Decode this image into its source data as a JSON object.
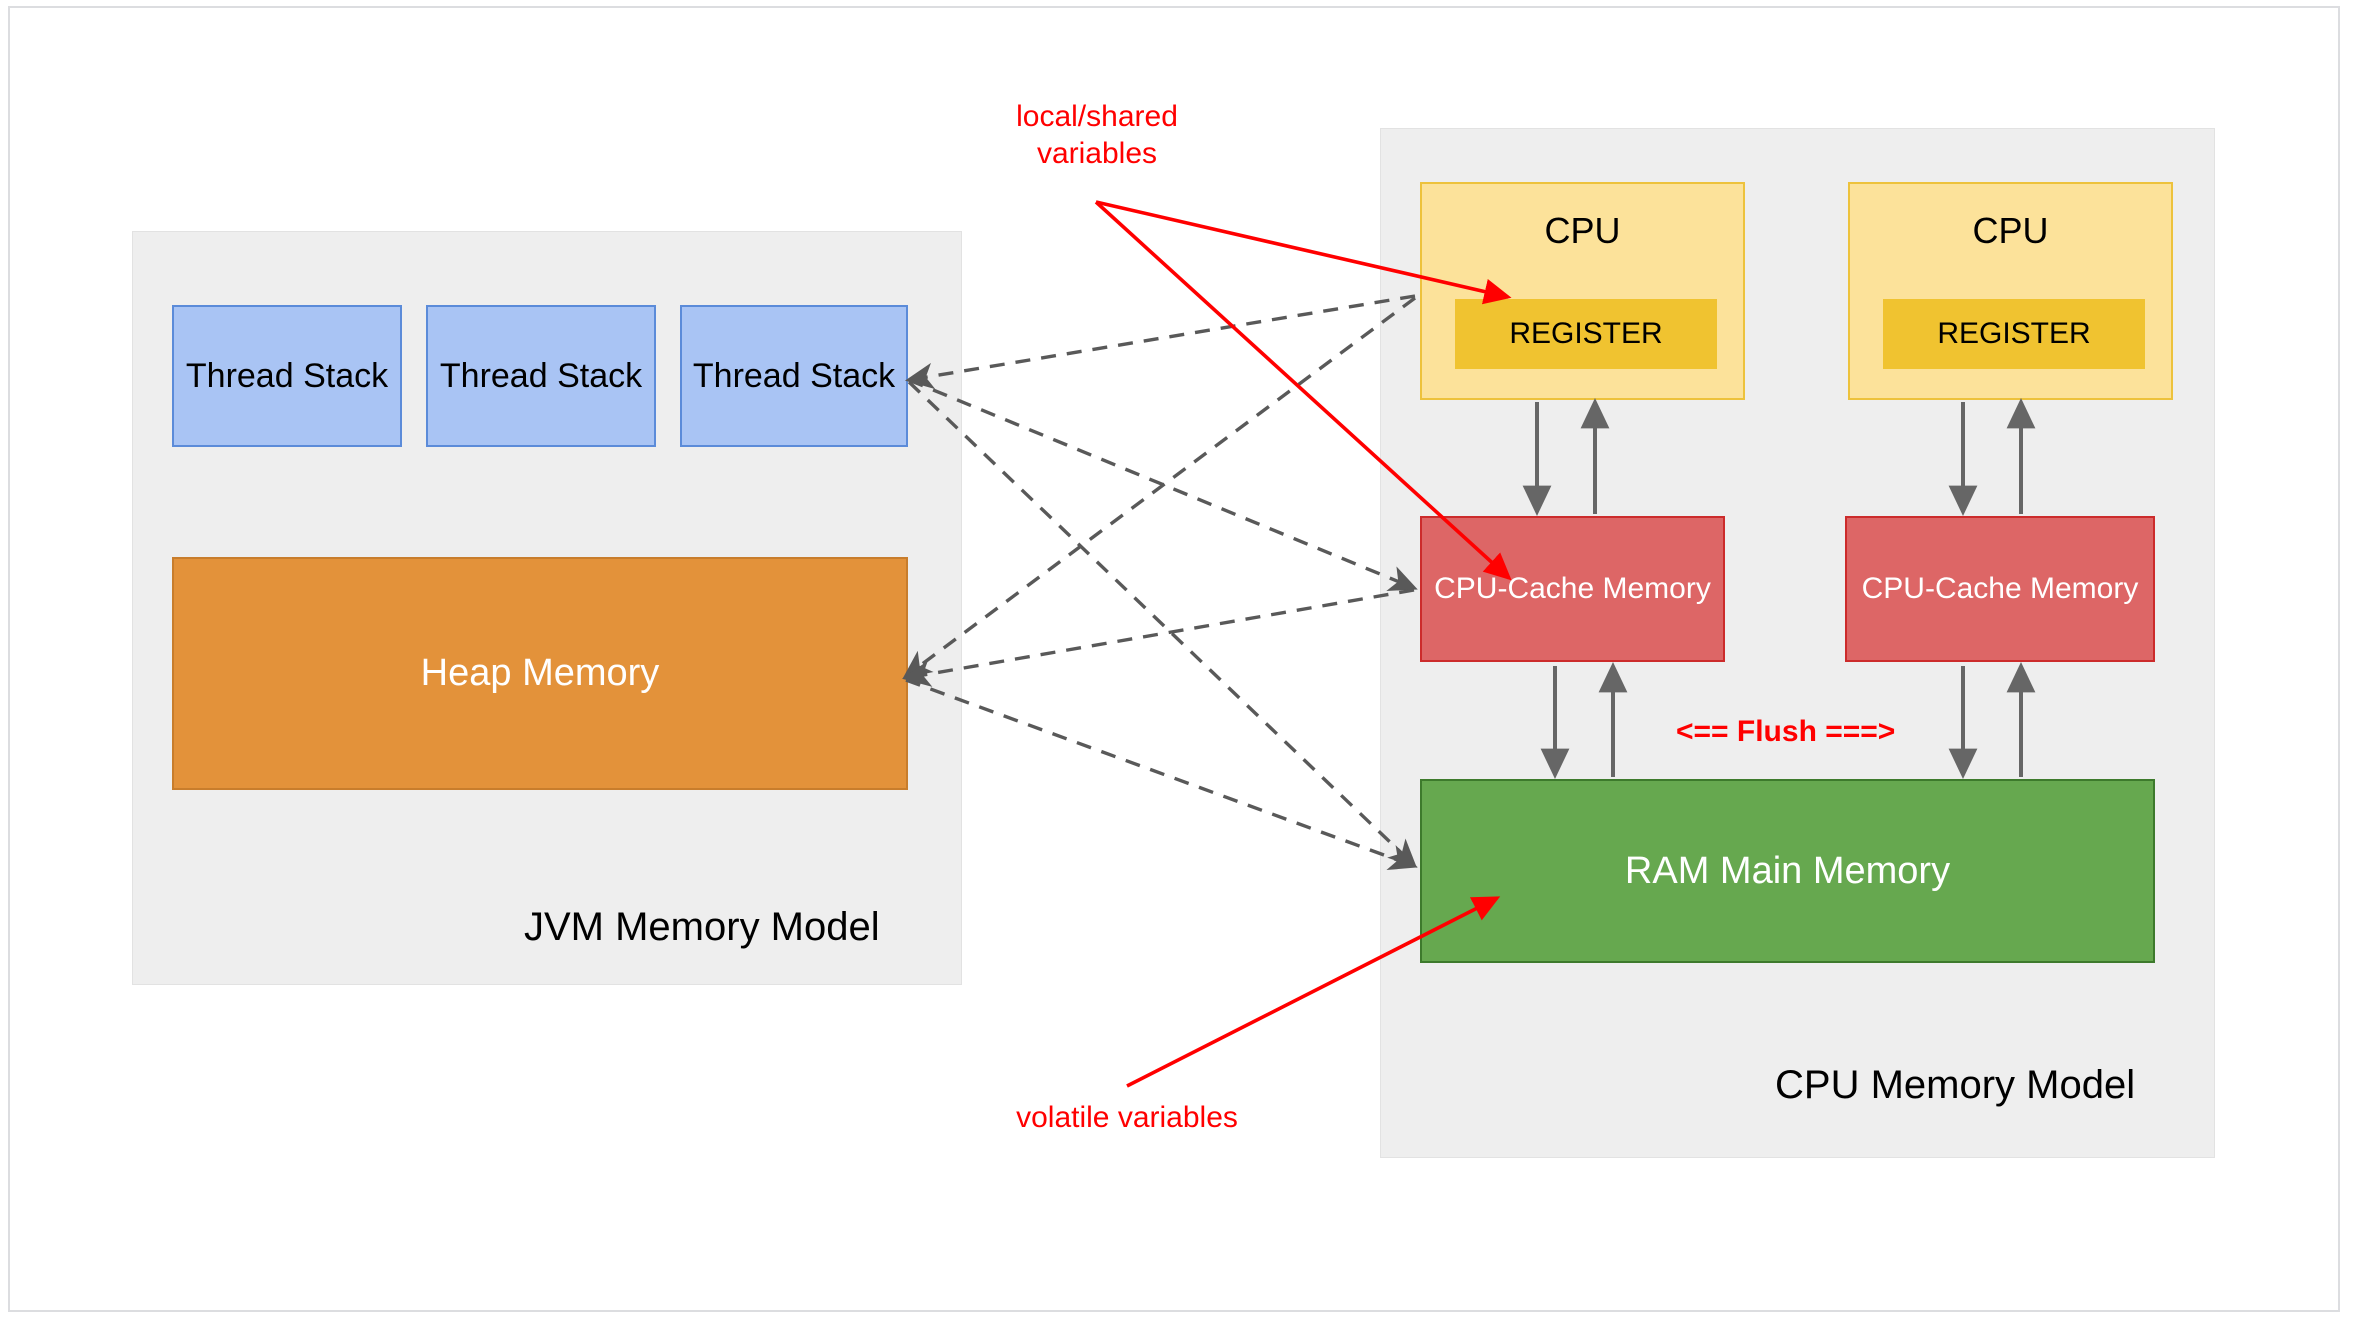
{
  "diagram": {
    "title_hidden": "",
    "panels": [
      {
        "id": "jvm",
        "title": "JVM Memory Model"
      },
      {
        "id": "cpu",
        "title": "CPU Memory Model"
      }
    ],
    "jvm": {
      "title": "JVM Memory Model",
      "thread_stacks": [
        {
          "label": "Thread\nStack"
        },
        {
          "label": "Thread\nStack"
        },
        {
          "label": "Thread\nStack"
        }
      ],
      "heap": {
        "label": "Heap Memory"
      }
    },
    "cpu_model": {
      "title": "CPU Memory Model",
      "cpus": [
        {
          "label": "CPU",
          "register_label": "REGISTER",
          "cache_label": "CPU-Cache\nMemory"
        },
        {
          "label": "CPU",
          "register_label": "REGISTER",
          "cache_label": "CPU-Cache\nMemory"
        }
      ],
      "ram": {
        "label": "RAM Main Memory"
      },
      "flush_label": "<== Flush ===>"
    },
    "annotations": [
      {
        "id": "local-shared",
        "text": "local/shared\nvariables"
      },
      {
        "id": "volatile",
        "text": "volatile variables"
      }
    ],
    "colors": {
      "thread_stack_fill": "#a9c4f4",
      "thread_stack_stroke": "#5b8bd9",
      "heap_fill": "#e3923a",
      "cpu_fill": "#fce29a",
      "cpu_stroke": "#edc23c",
      "register_fill": "#f0c330",
      "cache_fill": "#dd6666",
      "cache_stroke": "#cc2b2b",
      "ram_fill": "#66a84f",
      "ram_stroke": "#3d7a2c",
      "panel_fill": "#eeeeee",
      "annotation_red": "#ff0000",
      "dashed_arrow_gray": "#595959",
      "solid_arrow_gray": "#666666"
    }
  }
}
